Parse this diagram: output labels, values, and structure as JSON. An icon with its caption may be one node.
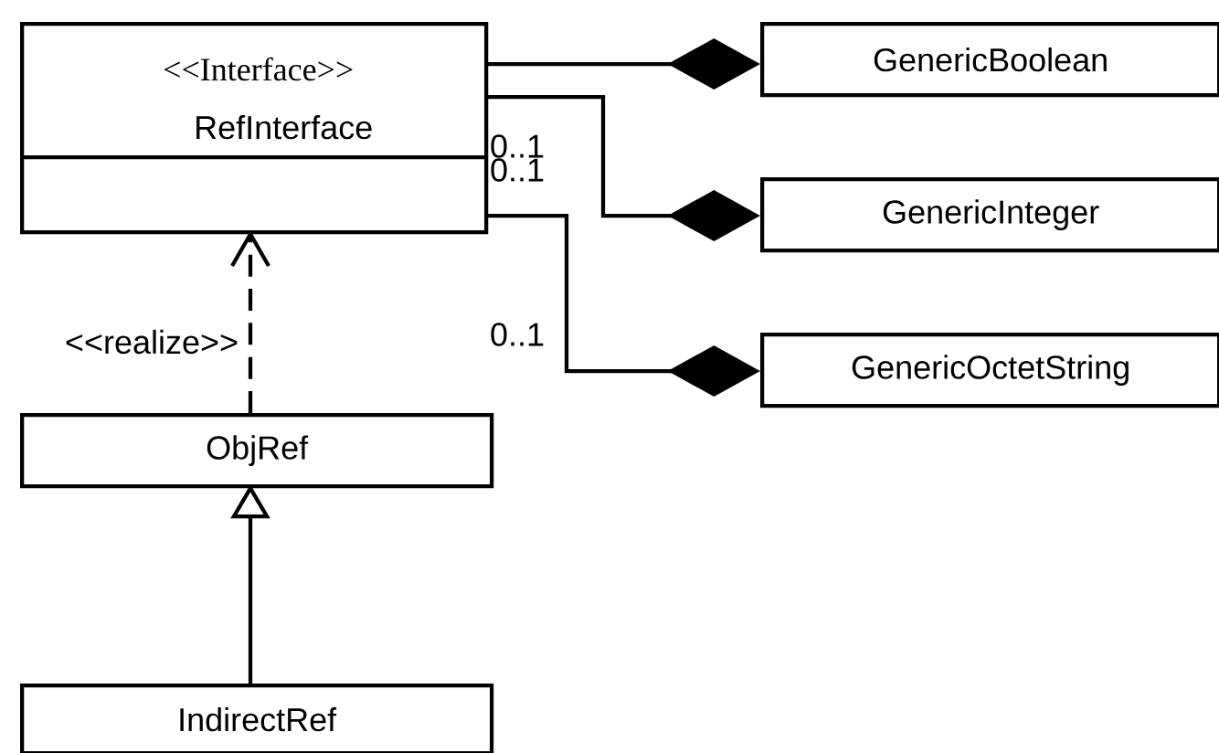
{
  "diagram": {
    "nodes": [
      {
        "text": [
          "<<Interface>>",
          "RefInterface"
        ]
      },
      {
        "text": [
          "GenericBoolean"
        ]
      },
      {
        "text": [
          "GenericInteger"
        ]
      },
      {
        "text": [
          "GenericOctetString"
        ]
      },
      {
        "text": [
          "ObjRef"
        ]
      },
      {
        "text": [
          "IndirectRef"
        ]
      }
    ],
    "edges": [
      {
        "from": 0,
        "to": 1,
        "arrow": "other",
        "label": "0..1"
      },
      {
        "from": 0,
        "to": 2,
        "arrow": "other",
        "label": "0..1"
      },
      {
        "from": 0,
        "to": 3,
        "arrow": "other",
        "label": "0..1"
      },
      {
        "from": 4,
        "to": 0,
        "arrow": "to",
        "style": "dashed",
        "label": "<<realize>>"
      },
      {
        "from": 5,
        "to": 4,
        "arrow": "to"
      }
    ]
  }
}
